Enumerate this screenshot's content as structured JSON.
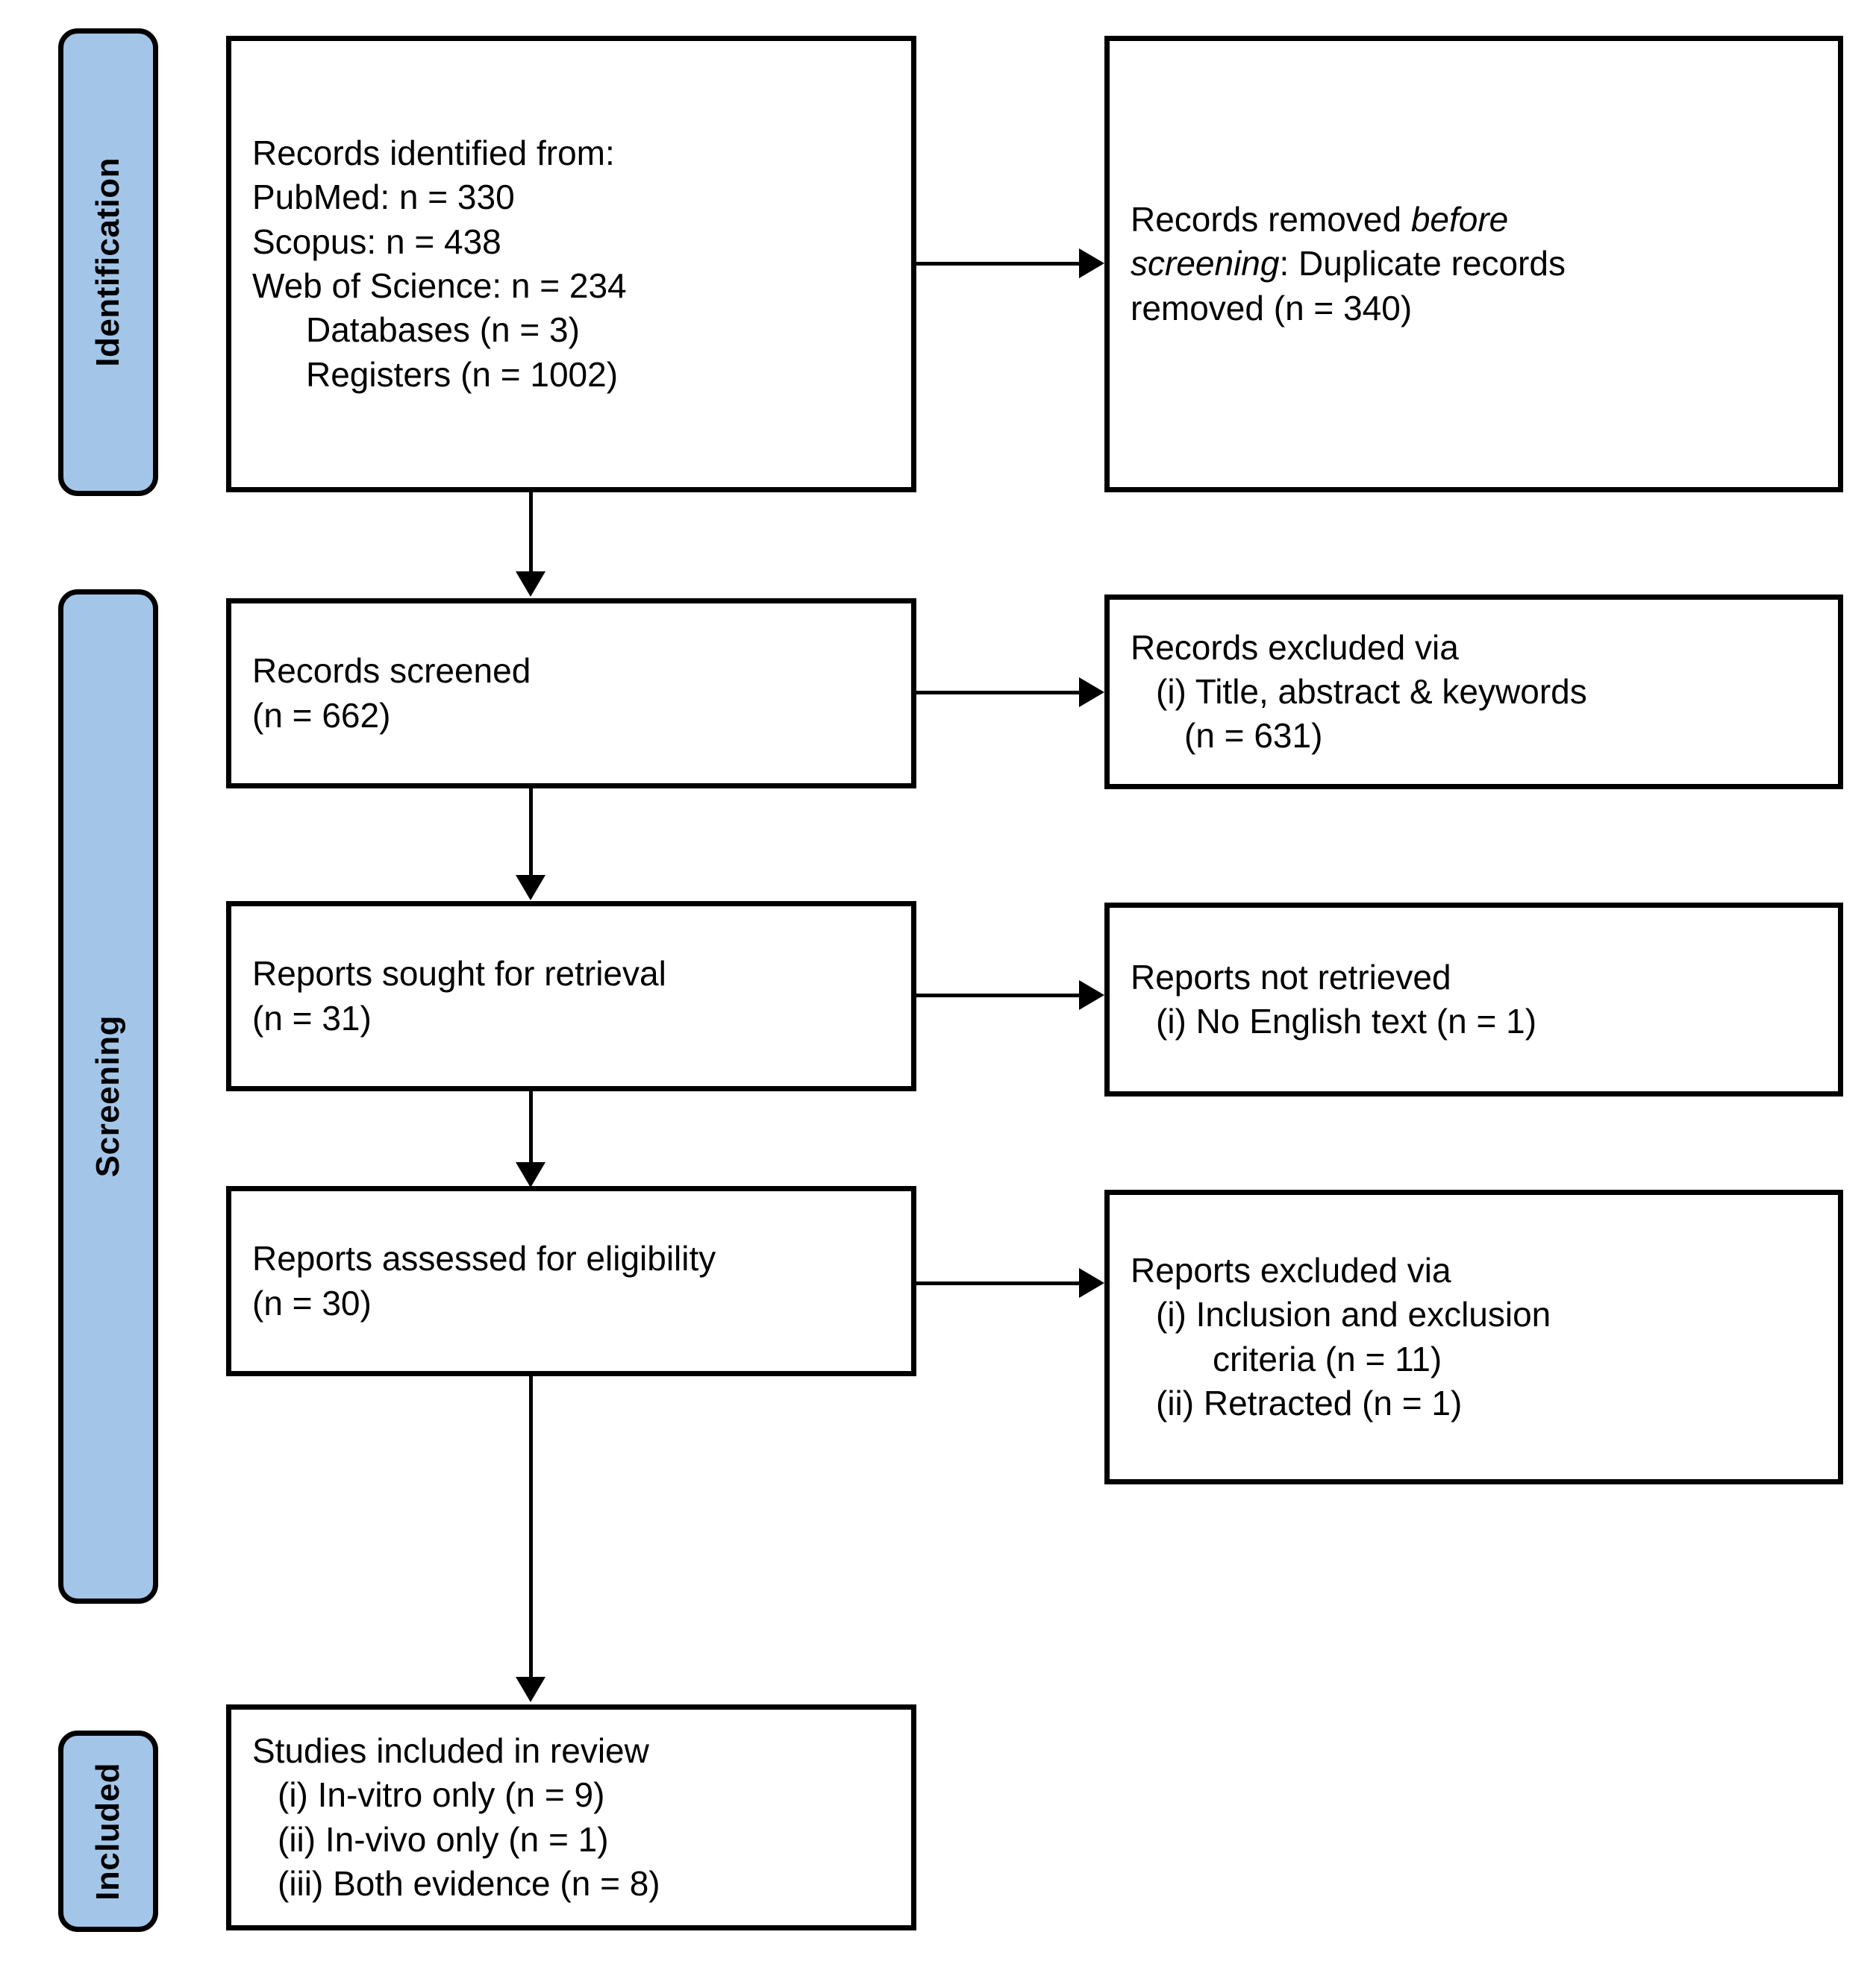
{
  "diagram": {
    "type": "prisma-flow-diagram",
    "colors": {
      "phase_fill": "#A3C5E8",
      "stroke": "#000000",
      "box_fill": "#FFFFFF"
    }
  },
  "phases": [
    {
      "id": "identification",
      "label": "Identification"
    },
    {
      "id": "screening",
      "label": "Screening"
    },
    {
      "id": "included",
      "label": "Included"
    }
  ],
  "boxes": {
    "records_identified": {
      "lines": [
        "Records identified from:",
        "PubMed: n = 330",
        "Scopus: n = 438",
        "Web of Science: n = 234",
        "Databases (n = 3)",
        "Registers (n = 1002)"
      ]
    },
    "records_removed": {
      "line1_pre": "Records removed ",
      "line1_em": "before",
      "line2_em": "screening",
      "line2_post": ": Duplicate records",
      "line3": "removed (n = 340)"
    },
    "records_screened": {
      "lines": [
        "Records screened",
        "(n = 662)"
      ]
    },
    "records_excluded": {
      "lines": [
        "Records excluded via",
        "(i) Title, abstract & keywords",
        "(n = 631)"
      ]
    },
    "reports_sought": {
      "lines": [
        "Reports sought for retrieval",
        "(n = 31)"
      ]
    },
    "reports_not_retrieved": {
      "lines": [
        "Reports not retrieved",
        "(i) No English text (n = 1)"
      ]
    },
    "reports_assessed": {
      "lines": [
        "Reports assessed for eligibility",
        "(n = 30)"
      ]
    },
    "reports_excluded": {
      "lines": [
        "Reports excluded via",
        "(i) Inclusion and exclusion",
        "criteria (n = 11)",
        "(ii) Retracted (n = 1)"
      ]
    },
    "studies_included": {
      "lines": [
        "Studies included in review",
        "(i) In-vitro only (n = 9)",
        "(ii) In-vivo only (n = 1)",
        "(iii) Both evidence (n = 8)"
      ]
    }
  }
}
